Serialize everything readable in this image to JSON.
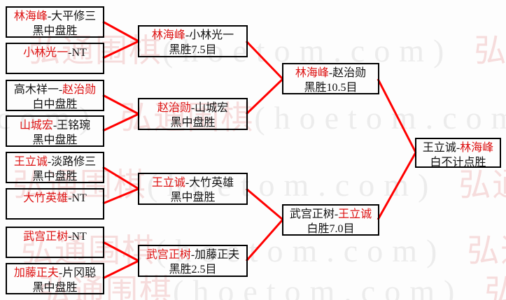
{
  "watermark": {
    "cn": "弘通围棋",
    "en": "(hoetom.com)"
  },
  "colors": {
    "winner_text": "#dd1111",
    "connector_line": "#ff0000",
    "box_border": "#000000",
    "watermark_cn": "#f6dcdc",
    "watermark_en": "#ececec"
  },
  "bracket": {
    "round1": [
      {
        "pre": "",
        "winner": "林海峰",
        "post": "-大平修三",
        "result": "黑中盘胜"
      },
      {
        "pre": "",
        "winner": "小林光一",
        "post": "-NT",
        "result": ""
      },
      {
        "pre": "高木祥一-",
        "winner": "赵治勋",
        "post": "",
        "result": "白中盘胜"
      },
      {
        "pre": "",
        "winner": "山城宏",
        "post": "-王铭琬",
        "result": "黑中盘胜"
      },
      {
        "pre": "",
        "winner": "王立诚",
        "post": "-淡路修三",
        "result": "黑中盘胜"
      },
      {
        "pre": "",
        "winner": "大竹英雄",
        "post": "-NT",
        "result": ""
      },
      {
        "pre": "",
        "winner": "武宫正树",
        "post": "-NT",
        "result": ""
      },
      {
        "pre": "",
        "winner": "加藤正夫",
        "post": "-片冈聪",
        "result": "黑中盘胜"
      }
    ],
    "round2": [
      {
        "pre": "",
        "winner": "林海峰",
        "post": "-小林光一",
        "result": "黑胜7.5目"
      },
      {
        "pre": "",
        "winner": "赵治勋",
        "post": "-山城宏",
        "result": "黑中盘胜"
      },
      {
        "pre": "",
        "winner": "王立诚",
        "post": "-大竹英雄",
        "result": "黑中盘胜"
      },
      {
        "pre": "",
        "winner": "武宫正树",
        "post": "-加藤正夫",
        "result": "黑胜2.5目"
      }
    ],
    "semifinals": [
      {
        "pre": "",
        "winner": "林海峰",
        "post": "-赵治勋",
        "result": "黑胜10.5目"
      },
      {
        "pre": "武宫正树-",
        "winner": "王立诚",
        "post": "",
        "result": "白胜7.0目"
      }
    ],
    "final": {
      "pre": "王立诚-",
      "winner": "林海峰",
      "post": "",
      "result": "白不计点胜"
    }
  }
}
